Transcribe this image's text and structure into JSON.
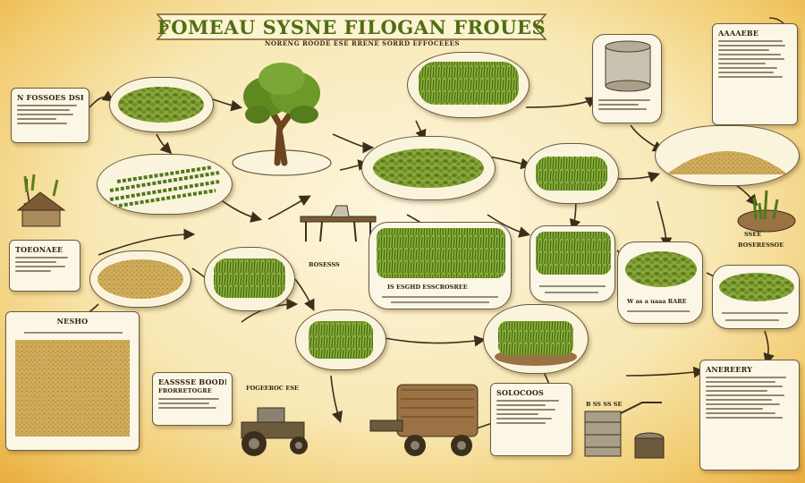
{
  "title": "FOMEAU SYSNE FILOGAN FROUES",
  "subtitle": "NORENG ROODE ESE RRENE SORRD EFFOCEEES",
  "colors": {
    "brand_green": "#4f6e14",
    "parchment": "#fbf4dd",
    "ink": "#2e2410",
    "frame": "#e9ac3e"
  },
  "cards": {
    "top_left": "N FOSSOES DSEEERE",
    "top_right": "AAAAEBE",
    "left_mid": "TOEONAEE",
    "bottom_left": "NESHO",
    "bottom_mid_left": "EASSSSE BOODDRA",
    "bottom_mid_left_sub": "FRORRETOGRE",
    "center_bottom": "SOLOCOOS",
    "right_bottom": "ANEREERY"
  },
  "labels": {
    "center": "IS ESGHD ESSCROSREE",
    "right_mid": "W as a uaaa RARE",
    "right_soil": "BOSERESSOE",
    "middle_small": "BOSESSS",
    "below_tractor": "FOGEEROC ESE",
    "dryer_tag": "B SS SS SE",
    "sprout_tag": "SSEE"
  },
  "icons": [
    "tree-icon",
    "tractor-icon",
    "harvester-icon",
    "silo-drum-icon",
    "barrel-icon",
    "hut-icon",
    "bench-icon"
  ]
}
